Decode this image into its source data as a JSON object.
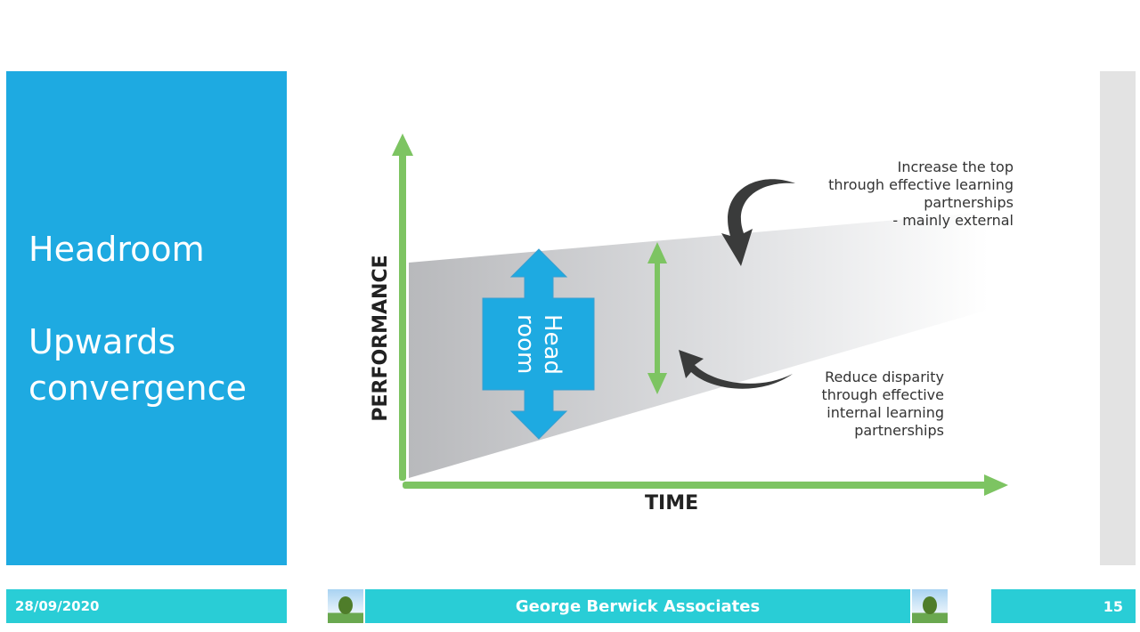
{
  "slide": {
    "title": "Headroom",
    "subtitle_line1": "Upwards",
    "subtitle_line2": "convergence"
  },
  "diagram": {
    "y_axis": "PERFORMANCE",
    "x_axis": "TIME",
    "arrow_label_line1": "Head",
    "arrow_label_line2": "room",
    "top_note": [
      "Increase the top",
      "through effective learning",
      "partnerships",
      "- mainly external"
    ],
    "bottom_note": [
      "Reduce disparity",
      "through effective",
      "internal learning",
      "partnerships"
    ]
  },
  "footer": {
    "date": "28/09/2020",
    "org": "George Berwick Associates",
    "page": "15"
  },
  "colors": {
    "accent": "#1eaae1",
    "footer": "#29cdd6",
    "axis": "#7dc462"
  }
}
